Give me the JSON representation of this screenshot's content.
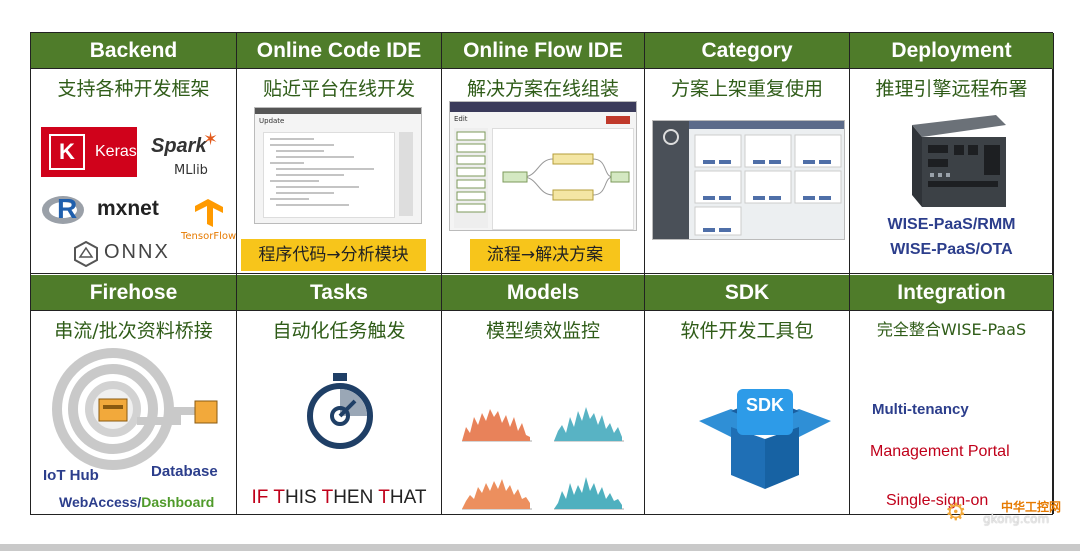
{
  "columns": [
    {
      "id": "backend",
      "header": "Backend",
      "subtitle": "支持各种开发框架"
    },
    {
      "id": "code_ide",
      "header": "Online Code IDE",
      "subtitle": "贴近平台在线开发",
      "highlight": "程序代码→分析模块"
    },
    {
      "id": "flow_ide",
      "header": "Online Flow IDE",
      "subtitle": "解决方案在线组装",
      "highlight": "流程→解决方案"
    },
    {
      "id": "category",
      "header": "Category",
      "subtitle": "方案上架重复使用"
    },
    {
      "id": "deployment",
      "header": "Deployment",
      "subtitle": "推理引擎远程布署"
    }
  ],
  "columns_row2": [
    {
      "id": "firehose",
      "header": "Firehose",
      "subtitle": "串流/批次资料桥接"
    },
    {
      "id": "tasks",
      "header": "Tasks",
      "subtitle": "自动化任务触发"
    },
    {
      "id": "models",
      "header": "Models",
      "subtitle": "模型绩效监控"
    },
    {
      "id": "sdk",
      "header": "SDK",
      "subtitle": "软件开发工具包"
    },
    {
      "id": "integration",
      "header": "Integration",
      "subtitle": "完全整合WISE-PaaS"
    }
  ],
  "backend_logos": {
    "keras": "Keras",
    "spark": "Spark",
    "mllib": "MLlib",
    "r": "R",
    "mxnet": "mxnet",
    "tensorflow": "TensorFlow",
    "onnx": "ONNX"
  },
  "code_ide_shot": {
    "title": "Update"
  },
  "flow_ide_shot": {
    "title": "Edit"
  },
  "deployment_labels": {
    "rmm": "WISE-PaaS/RMM",
    "ota": "WISE-PaaS/OTA"
  },
  "firehose_labels": {
    "iot_hub": "IoT Hub",
    "database": "Database",
    "webaccess": "WebAccess/",
    "dashboard": "Dashboard"
  },
  "tasks_text": {
    "w1_first": "IF ",
    "w2_first": "T",
    "w2_rest": "HIS ",
    "w3_first": "T",
    "w3_rest": "HEN ",
    "w4_first": "T",
    "w4_rest": "HAT"
  },
  "sdk_label": "SDK",
  "integration_items": {
    "multi": "Multi-tenancy",
    "portal": "Management Portal",
    "sso": "Single-sign-on"
  },
  "watermark": {
    "cn": "中华工控网",
    "url": "gkong.com"
  },
  "colors": {
    "header_bg": "#4f7c2a",
    "subtitle": "#2f5c18",
    "highlight": "#f7c51b",
    "red": "#c0001a",
    "blue": "#2c3e8c"
  }
}
